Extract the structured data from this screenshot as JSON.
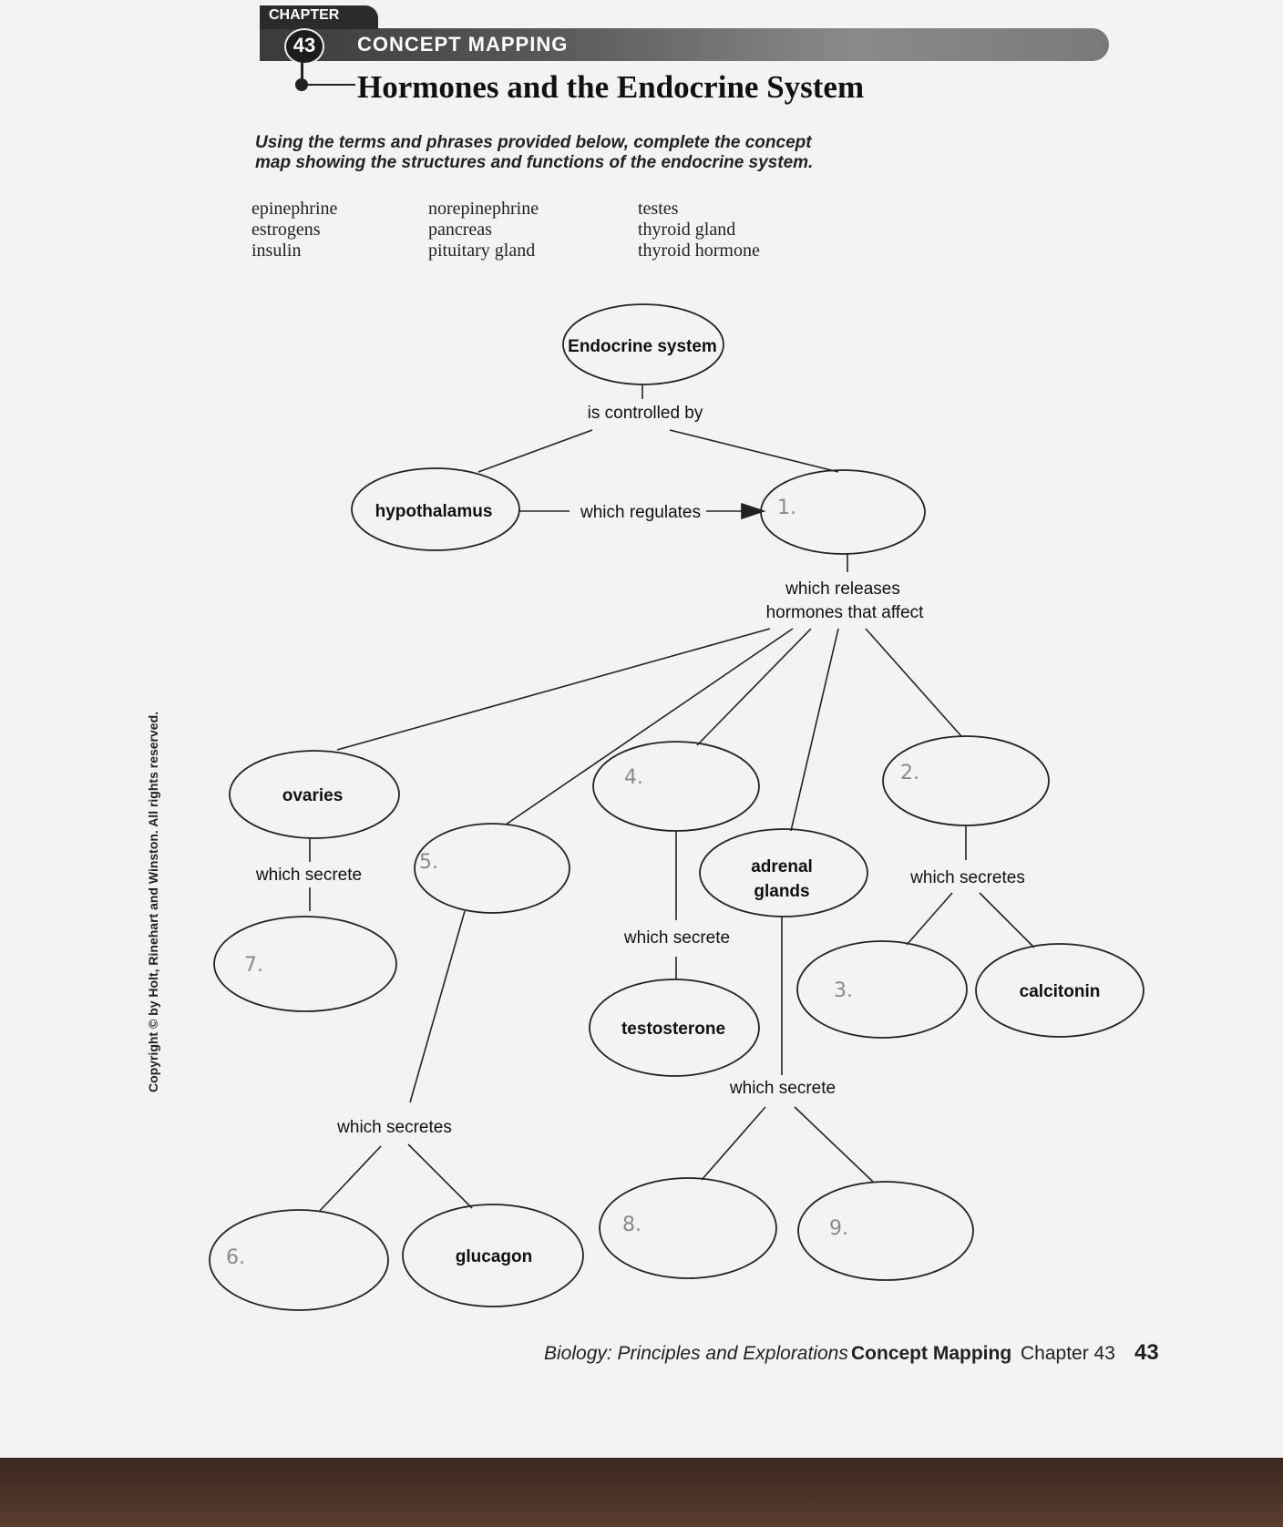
{
  "header": {
    "chapter_label": "CHAPTER",
    "chapter_number": "43",
    "section_label": "CONCEPT MAPPING",
    "title": "Hormones and the Endocrine System"
  },
  "instructions": "Using the terms and phrases provided below, complete the concept map showing the structures and functions of the endocrine system.",
  "terms": {
    "col1": [
      "epinephrine",
      "estrogens",
      "insulin"
    ],
    "col2": [
      "norepinephrine",
      "pancreas",
      "pituitary gland"
    ],
    "col3": [
      "testes",
      "thyroid gland",
      "thyroid hormone"
    ]
  },
  "concept_map": {
    "nodes": {
      "endocrine": "Endocrine system",
      "hypothalamus": "hypothalamus",
      "blank1": "1.",
      "ovaries": "ovaries",
      "blank5": "5.",
      "blank4": "4.",
      "adrenal_line1": "adrenal",
      "adrenal_line2": "glands",
      "blank2": "2.",
      "blank7": "7.",
      "testosterone": "testosterone",
      "blank3": "3.",
      "calcitonin": "calcitonin",
      "blank6": "6.",
      "glucagon": "glucagon",
      "blank8": "8.",
      "blank9": "9."
    },
    "links": {
      "controlled_by": "is controlled by",
      "regulates": "which regulates",
      "releases_line1": "which releases",
      "releases_line2": "hormones that affect",
      "ovaries_secrete": "which secrete",
      "testes_secrete": "which secrete",
      "thyroid_secretes": "which secretes",
      "adrenal_secrete": "which secrete",
      "pancreas_secretes": "which secretes"
    }
  },
  "copyright": "Copyright © by Holt, Rinehart and Winston. All rights reserved.",
  "footer": {
    "book": "Biology: Principles and Explorations",
    "section": "Concept Mapping",
    "chapter": "Chapter 43",
    "page": "43"
  }
}
